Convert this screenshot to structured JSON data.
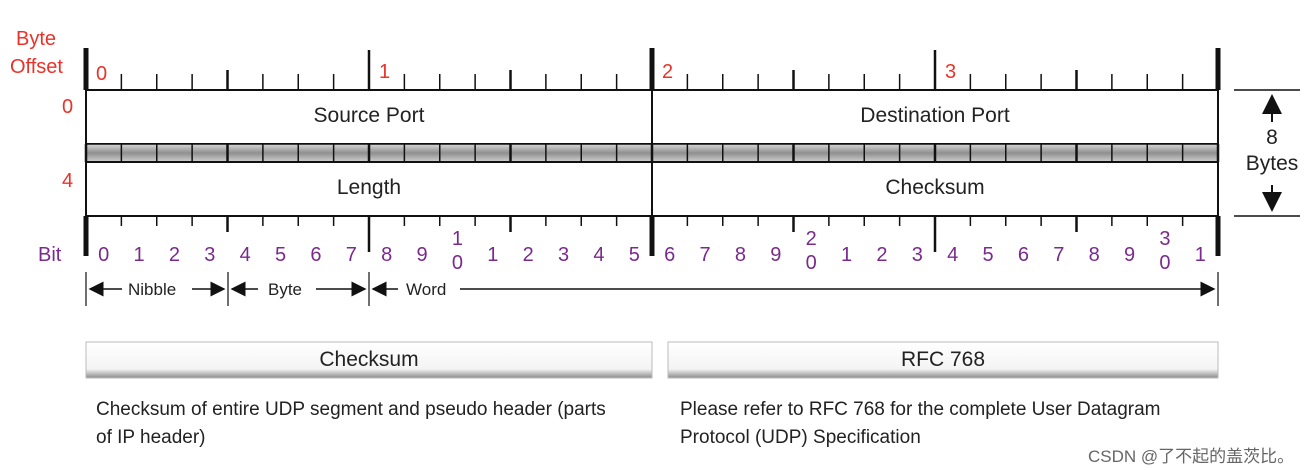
{
  "header": {
    "byte_offset_label_1": "Byte",
    "byte_offset_label_2": "Offset",
    "bit_label": "Bit"
  },
  "byte_markers": [
    "0",
    "1",
    "2",
    "3"
  ],
  "row_offsets": [
    "0",
    "4"
  ],
  "fields": {
    "source_port": "Source Port",
    "destination_port": "Destination Port",
    "length": "Length",
    "checksum": "Checksum"
  },
  "size_indicator": {
    "line1": "8",
    "line2": "Bytes"
  },
  "bit_numbers": [
    "0",
    "1",
    "2",
    "3",
    "4",
    "5",
    "6",
    "7",
    "8",
    "9",
    "1\n0",
    "1",
    "2",
    "3",
    "4",
    "5",
    "6",
    "7",
    "8",
    "9",
    "2\n0",
    "1",
    "2",
    "3",
    "4",
    "5",
    "6",
    "7",
    "8",
    "9",
    "3\n0",
    "1"
  ],
  "scale": {
    "nibble": "Nibble",
    "byte": "Byte",
    "word": "Word"
  },
  "notes": [
    {
      "title": "Checksum",
      "text": "Checksum of entire UDP segment and pseudo header (parts of IP header)"
    },
    {
      "title": "RFC 768",
      "text": "Please refer to RFC 768 for the complete User Datagram Protocol (UDP) Specification"
    }
  ],
  "watermark": "CSDN @了不起的盖茨比。",
  "colors": {
    "accent": "#e8332a",
    "bits": "#7a2a8c",
    "line": "#111111",
    "band": "#9a9a9a"
  }
}
